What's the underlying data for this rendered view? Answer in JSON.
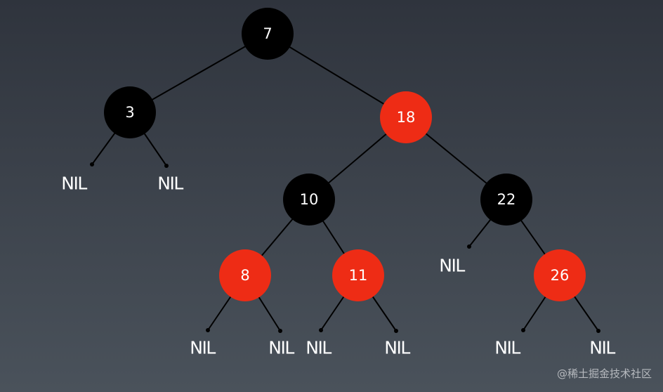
{
  "tree": {
    "nodes": [
      {
        "id": "n7",
        "label": "7",
        "color": "black"
      },
      {
        "id": "n3",
        "label": "3",
        "color": "black"
      },
      {
        "id": "n18",
        "label": "18",
        "color": "red"
      },
      {
        "id": "n10",
        "label": "10",
        "color": "black"
      },
      {
        "id": "n22",
        "label": "22",
        "color": "black"
      },
      {
        "id": "n8",
        "label": "8",
        "color": "red"
      },
      {
        "id": "n11",
        "label": "11",
        "color": "red"
      },
      {
        "id": "n26",
        "label": "26",
        "color": "red"
      }
    ],
    "nil_label": "NIL",
    "colors": {
      "black": "#000000",
      "red": "#ee2c15",
      "edge": "#000000",
      "text": "#ffffff"
    }
  },
  "watermark": "@稀土掘金技术社区"
}
